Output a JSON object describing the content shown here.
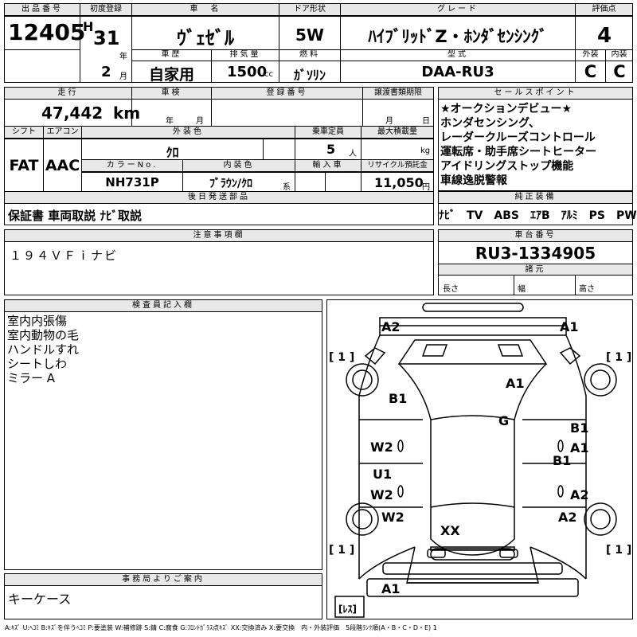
{
  "headers": {
    "lot_no": "出品番号",
    "first_reg": "初度登録",
    "car_name": "車　名",
    "door": "ドア形状",
    "grade": "グレード",
    "score": "評価点",
    "year_mark": "H",
    "year_unit": "年",
    "month_unit": "月",
    "history": "車歴",
    "displacement": "排気量",
    "fuel": "燃料",
    "model": "型式",
    "exterior": "外装",
    "interior": "内装",
    "mileage": "走行",
    "inspection": "車検",
    "reg_no": "登録番号",
    "transfer_deadline": "譲渡書類期限",
    "sales_points": "セールスポイント",
    "shift": "シフト",
    "aircon": "エアコン",
    "ext_color": "外装色",
    "capacity": "乗車定員",
    "max_load": "最大積載量",
    "color_no": "カラーNo.",
    "int_color": "内装色",
    "import": "輸入車",
    "recycle": "リサイクル預託金",
    "later_parts": "後日発送部品",
    "genuine_equipment": "純正装備",
    "notes": "注意事項欄",
    "chassis_no": "車台番号",
    "specs": "諸元",
    "inspector": "検査員記入欄",
    "office": "事務局よりご案内"
  },
  "vehicle": {
    "lot_no": "12405",
    "era_year": "31",
    "month": "2",
    "car_name": "ｳﾞｪｾﾞﾙ",
    "door": "5W",
    "grade": "ﾊｲﾌﾞﾘｯﾄﾞZ・ﾎﾝﾀﾞｾﾝｼﾝｸﾞ",
    "score": "4",
    "history": "自家用",
    "displacement": "1500",
    "displacement_unit": "cc",
    "fuel": "ｶﾞｿﾘﾝ",
    "model": "DAA-RU3",
    "exterior_grade": "C",
    "interior_grade": "C",
    "mileage": "47,442",
    "mileage_unit": "km",
    "inspection_year_unit": "年",
    "inspection_month_unit": "月",
    "deadline_month_unit": "月",
    "deadline_day_unit": "日",
    "shift": "FAT",
    "aircon": "AAC",
    "ext_color": "ｸﾛ",
    "capacity": "5",
    "capacity_unit": "人",
    "load_unit": "kg",
    "color_no": "NH731P",
    "int_color": "ﾌﾞﾗｳﾝ/ｸﾛ",
    "int_color_suffix": "系",
    "recycle_fee": "11,050",
    "recycle_unit": "円",
    "chassis_no": "RU3-1334905",
    "length_label": "長さ",
    "width_label": "幅",
    "height_label": "高さ"
  },
  "sales_points": [
    "★オークションデビュー★",
    "ホンダセンシング、",
    "レーダークルーズコントロール",
    "運転席・助手席シートヒーター",
    "アイドリングストップ機能",
    "車線逸脱警報"
  ],
  "later_parts": "保証書 車両取説 ﾅﾋﾞ取説",
  "genuine_equipment": "ﾅﾋﾞ　TV　ABS　ｴｱB　ｱﾙﾐ　PS　PW",
  "notes": "１９４ＶＦｉナビ",
  "inspector_notes": [
    "室内内張傷",
    "室内動物の毛",
    "ハンドルすれ",
    "シートしわ",
    "ミラー A"
  ],
  "office_notes": "キーケース",
  "diagram_labels": {
    "tire_fl": "[ 1 ]",
    "tire_fr": "[ 1 ]",
    "tire_rl": "[ 1 ]",
    "tire_rr": "[ 1 ]",
    "spare": "[ﾚｽ]",
    "marks": [
      "A2",
      "A1",
      "A1",
      "B1",
      "G",
      "B1",
      "A1",
      "B1",
      "W2",
      "U1",
      "W2",
      "A2",
      "W2",
      "A2",
      "XX",
      "A1"
    ]
  },
  "legend": "A:ｷｽﾞ U:ﾍｺﾐ B:ｷｽﾞを伴うﾍｺﾐ P:要塗装 W:補修跡 S:錆 C:腐食 G:ﾌﾛﾝﾄｶﾞﾗｽ点ｷｽﾞ XX:交換済み X:要交換　内・外装評価　5段階ﾗﾝｸ順(A・B・C・D・E) 1"
}
